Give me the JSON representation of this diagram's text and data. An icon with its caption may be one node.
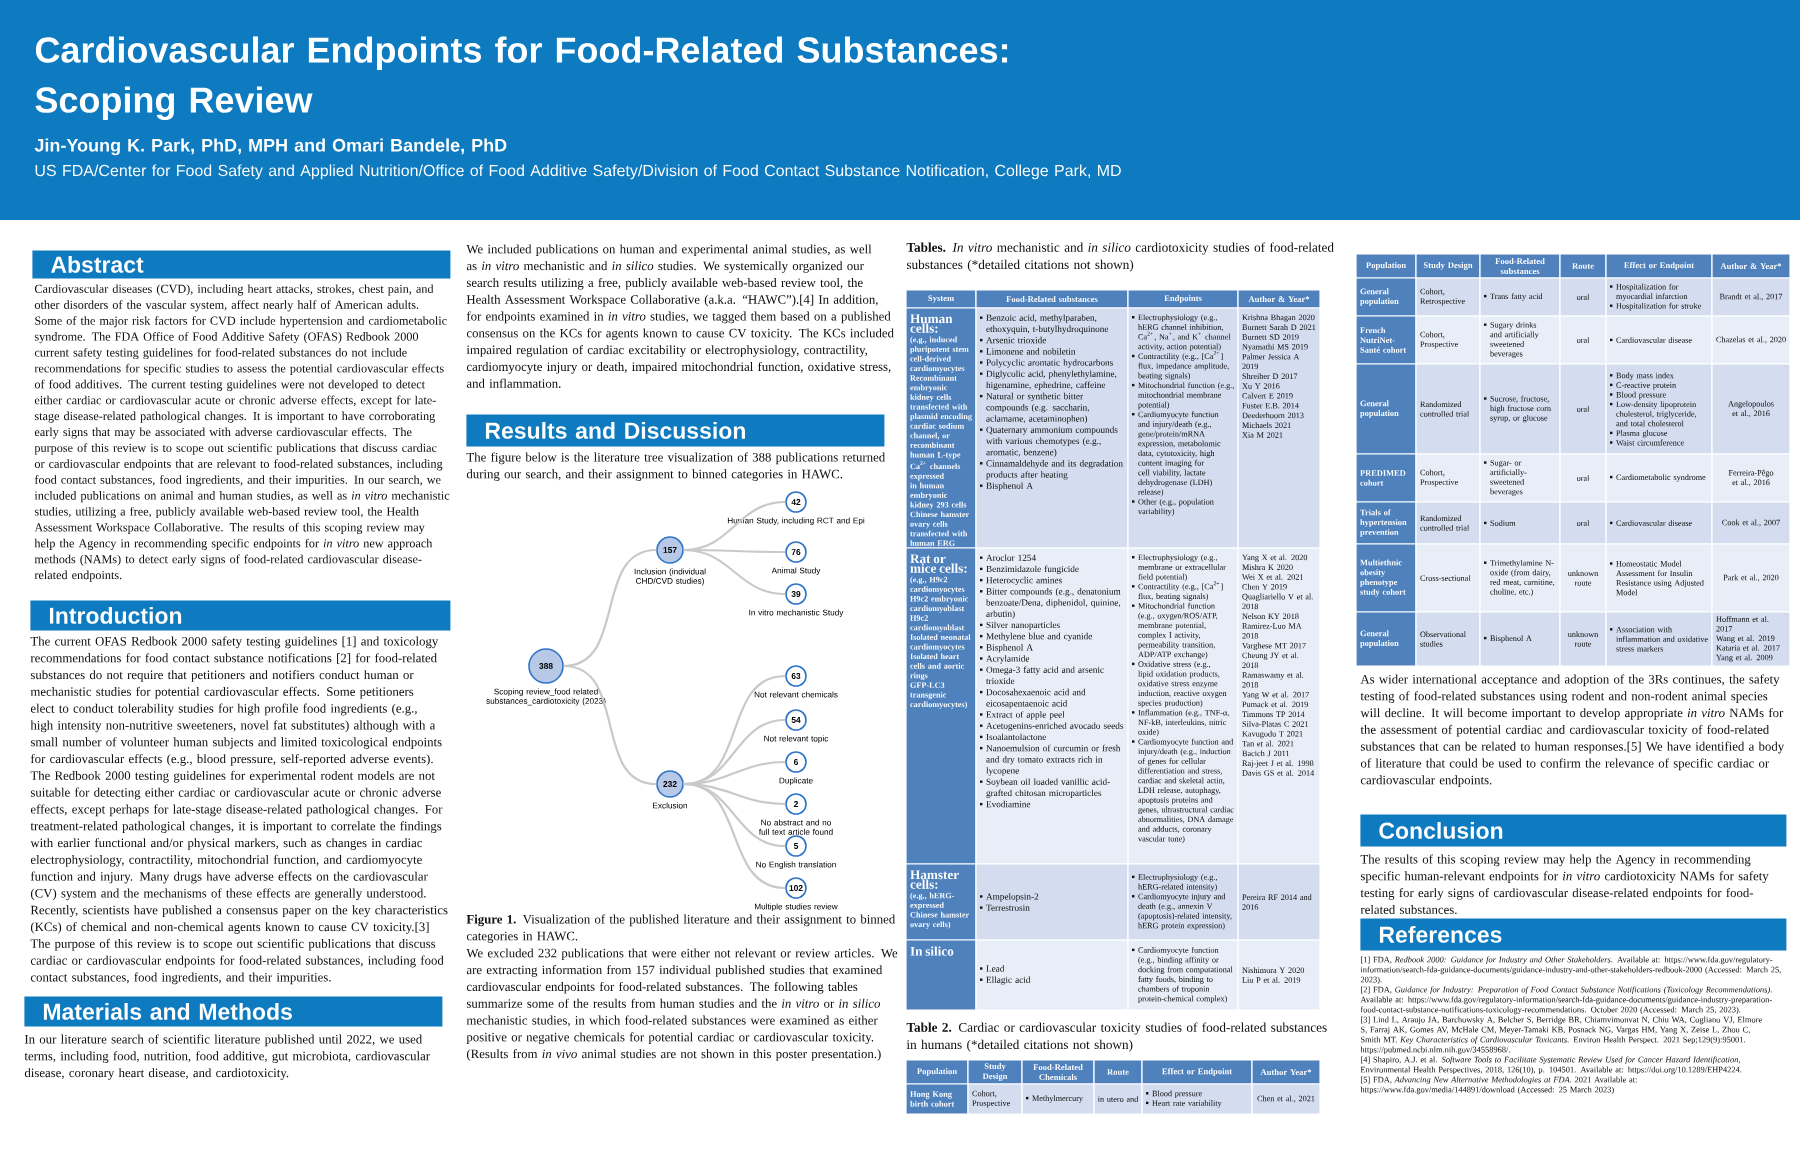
{
  "diagram": {
    "title": "Cardiovascular Endpoints for Food-Related Substances: Scoping Review",
    "nodes": [
      {
        "text": [
          "Abstract"
        ]
      },
      {
        "text": [
          "Introduction"
        ]
      },
      {
        "text": [
          "Materials and Methods"
        ]
      },
      {
        "text": [
          "Results and Discussion"
        ]
      },
      {
        "text": [
          "388"
        ],
        "beside": [
          "Scoping review_food related substances_cardiotoxicity (2023)"
        ]
      },
      {
        "text": [
          "157"
        ],
        "beside": [
          "Inclusion (individual CHD/CVD studies)"
        ]
      },
      {
        "text": [
          "232"
        ],
        "beside": [
          "Exclusion"
        ]
      },
      {
        "text": [
          "42"
        ],
        "beside": [
          "Human Study, including RCT and Epi"
        ]
      },
      {
        "text": [
          "76"
        ],
        "beside": [
          "Animal Study"
        ]
      },
      {
        "text": [
          "39"
        ],
        "beside": [
          "In vitro mechanistic Study"
        ]
      },
      {
        "text": [
          "63"
        ],
        "beside": [
          "Not relevant chemicals"
        ]
      },
      {
        "text": [
          "54"
        ],
        "beside": [
          "Not relevant topic"
        ]
      },
      {
        "text": [
          "6"
        ],
        "beside": [
          "Duplicate"
        ]
      },
      {
        "text": [
          "2"
        ],
        "beside": [
          "No abstract and no full text article found"
        ]
      },
      {
        "text": [
          "5"
        ],
        "beside": [
          "No English translation"
        ]
      },
      {
        "text": [
          "102"
        ],
        "beside": [
          "Multiple studies review"
        ]
      },
      {
        "text": [
          "Conclusion"
        ]
      },
      {
        "text": [
          "References"
        ]
      }
    ],
    "edges": [
      {
        "from": 4,
        "to": 5,
        "arrow": "none"
      },
      {
        "from": 4,
        "to": 6,
        "arrow": "none"
      },
      {
        "from": 5,
        "to": 7,
        "arrow": "none"
      },
      {
        "from": 5,
        "to": 8,
        "arrow": "none"
      },
      {
        "from": 5,
        "to": 9,
        "arrow": "none"
      },
      {
        "from": 6,
        "to": 10,
        "arrow": "none"
      },
      {
        "from": 6,
        "to": 11,
        "arrow": "none"
      },
      {
        "from": 6,
        "to": 12,
        "arrow": "none"
      },
      {
        "from": 6,
        "to": 13,
        "arrow": "none"
      },
      {
        "from": 6,
        "to": 14,
        "arrow": "none"
      },
      {
        "from": 6,
        "to": 15,
        "arrow": "none"
      }
    ],
    "labels": [
      "Jin-Young K. Park, PhD, MPH and Omari Bandele, PhD",
      "US FDA/Center for Food Safety and Applied Nutrition/Office of Food Additive Safety/Division of Food Contact Substance Notification, College Park, MD",
      "Cardiovascular diseases (CVD), including heart attacks, strokes, chest pain, and other disorders of the vascular system, affect nearly half of American adults.  Some of the major risk factors for CVD include hypertension and cardiometabolic syndrome. The FDA Office of Food Additive Safety (OFAS) Redbook 2000 current safety testing guidelines for food-related substances do not include recommendations for specific studies to assess the potential cardiovascular effects of food additives.  The current testing guidelines were not developed to detect either cardiac or cardiovascular acute or chronic adverse effects, except for late-stage disease-related pathological changes.  It is important to have corroborating early signs that may be associated with adverse cardiovascular effects.  The purpose of this review is to scope out scientific publications that discuss cardiac or cardiovascular endpoints that are relevant to food-related substances, including food contact substances, food ingredients, and their impurities.  In our search, we included publications on animal and human studies, as well as *in vitro* mechanistic studies, utilizing a free, publicly available web-based review tool, the Health Assessment Workspace Collaborative.  The results of this scoping review may help the Agency in recommending specific endpoints for *in vitro* new approach methods (NAMs) to detect early signs of food-related cardiovascular disease-related endpoints.",
      "The current OFAS Redbook 2000 safety testing guidelines [1] and toxicology recommendations for food contact substance notifications [2] for food-related substances do not require that petitioners and notifiers conduct human or mechanistic studies for potential cardiovascular effects. Some petitioners elect to conduct tolerability studies for high profile food ingredients (e.g., high intensity non-nutritive sweeteners, novel fat substitutes) although with a small number of volunteer human subjects and limited toxicological endpoints for cardiovascular effects (e.g., blood pressure, self-reported adverse events).  The Redbook 2000 testing guidelines for experimental rodent models are not suitable for detecting either cardiac or cardiovascular acute or chronic adverse effects, except perhaps for late-stage disease-related pathological changes.  For treatment-related pathological changes, it is important to correlate the findings with earlier functional and/or physical markers, such as changes in cardiac electrophysiology, contractility, mitochondrial function, and cardiomyocyte function and injury. Many drugs have adverse effects on the cardiovascular (CV) system and the mechanisms of these effects are generally understood. Recently, scientists have published a consensus paper on the key characteristics (KCs) of chemical and non-chemical agents known to cause CV toxicity.[3]  The purpose of this review is to scope out scientific publications that discuss cardiac or cardiovascular endpoints for food-related substances, including food contact substances, food ingredients, and their impurities.",
      "In our literature search of scientific literature published until 2022, we used terms, including food, nutrition, food additive, gut microbiota, cardiovascular disease, coronary heart disease, and cardiotoxicity.",
      "We included publications on human and experimental animal studies, as well as *in vitro* mechanistic and *in silico* studies.  We systemically organized our search results utilizing a free, publicly available web-based review tool, the Health Assessment Workspace Collaborative (a.k.a. “HAWC”).[4]   In addition, for endpoints examined in *in vitro* studies, we tagged them based on a published consensus on the KCs for agents known to cause CV toxicity.   The KCs included impaired regulation of cardiac excitability or electrophysiology, contractility, cardiomyocyte injury or death, impaired mitochondrial function, oxidative stress, and inflammation.",
      "The figure below is the literature tree visualization of 388 publications returned during our search, and their assignment to binned categories in HAWC.",
      "**Figure 1.** Visualization of the published literature and their assignment to binned categories in HAWC.",
      "We excluded 232 publications that were either not relevant or review articles.  We are extracting information from 157 individual published studies that examined cardiovascular endpoints for food-related substances.  The following tables summarize some of the results from human studies and the *in vitro* or *in silico* mechanistic studies, in which food-related substances were examined as either positive or negative chemicals for potential cardiac or cardiovascular toxicity.  (Results from *in vivo* animal studies are not shown in this poster presentation.)",
      "**Tables.** *In vitro* mechanistic and *in silico* cardiotoxicity studies of food-related substances (*detailed citations not shown)",
      "System",
      "Food-Related substances",
      "Endpoints",
      "Author & Year*",
      "Human cells:",
      "(e.g., induced pluripotent stem cell-derived cardiomyocytes",
      "Recombinant embryonic kidney cells transfected with plasmid encoding cardiac sodium channel, or recombinant human L-type Ca$^{2+}$ channels expressed in human embryonic kidney 293 cells",
      "Chinese hamster ovary cells transfected with human ERG (hERG))",
      "Benzoic acid, methylparaben, ethoxyquin, t-butylhydroquinone",
      "Arsenic trioxide",
      "Limonene and nobiletin",
      "Polycyclic aromatic hydrocarbons",
      "Diglycolic acid, phenylethylamine, higenamine, ephedrine, caffeine",
      "Natural or synthetic bitter compounds (e.g. saccharin, aclamame, acetaminophen)",
      "Quaternary ammonium compounds with various chemotypes (e.g., aromatic, benzene)",
      "Cinnamaldehyde and its degradation products after heating",
      "Bisphenol A",
      "Electrophysiology (e.g., hERG channel inhibition, Ca$^{2+}$, Na$^{+}$, and K$^{+}$ channel activity, action potential)",
      "Contractility (e.g., [Ca$^{2+}$] flux, impedance amplitude, beating signals)",
      "Mitochondrial function (e.g., mitochondrial membrane potential)",
      "Cardiomyocyte function and injury/death (e.g., gene/protein/mRNA expression, metabolomic data, cytotoxicity, high content imaging for cell viability, lactate dehydrogenase (LDH) release)",
      "Other (e.g., population variability)",
      "Krishna Bhagan 2020",
      "Burnett Sarah D 2021",
      "Burnett SD 2019",
      "Nyamathi MS 2019",
      "Palmer Jessica A 2019",
      "Shreiber D 2017",
      "Xu Y 2016",
      "Calvert E 2019",
      "Fuster E.B. 2014",
      "Deederhoorn 2013",
      "Michaels 2021",
      "Xia M 2021",
      "Rat or mice cells:",
      "(e.g., H9c2 cardiomyocytes",
      "H9c2 embryonic cardiomyoblast",
      "H9c2 cardiomyoblast",
      "Isolated neonatal cardiomyocytes",
      "Isolated heart cells and aortic rings",
      "GFP-LC3 transgenic cardiomyocytes)",
      "Aroclor 1254",
      "Benzimidazole fungicide",
      "Heterocyclic amines",
      "Bitter compounds (e.g., denatonium benzoate/Dena, diphenidol, quinine, arbutin)",
      "Silver nanoparticles",
      "Methylene blue and cyanide",
      "Bisphenol A",
      "Acrylamide",
      "Omega-3 fatty acid and arsenic trioxide",
      "Docosahexaenoic acid and eicosapentaenoic acid",
      "Extract of apple peel",
      "Acetogenins-enriched avocado seeds",
      "Isoalantolactone",
      "Nanoemulsion of curcumin or fresh and dry tomato extracts rich in lycopene",
      "Soybean oil loaded vanillic acid-grafted chitosan microparticles",
      "Evodiamine",
      "Electrophysiology (e.g., membrane or extracellular field potential)",
      "Contractility (e.g., [Ca$^{2+}$] flux, beating signals)",
      "Mitochondrial function (e.g., oxygen/ROS/ATP, membrane potential, complex I activity, permeability transition, ADP/ATP exchange)",
      "Oxidative stress (e.g., lipid oxidation products, oxidative stress enzyme induction, reactive oxygen species production)",
      "Inflammation (e.g., TNF-α, NF-kB, interleukins, nitric oxide)",
      "Cardiomyocyte function and injury/death (e.g., induction of genes for cellular differentiation and stress, cardiac and skeletal actin, LDH release, autophagy, apoptosis proteins and genes, ultrastructural cardiac abnormalities, DNA damage and adducts, coronary vascular tone)",
      "Yang X et al. 2020",
      "Mishra K 2020",
      "Wei X et al. 2021",
      "Chen Y 2019",
      "Quagliariello V et al. 2018",
      "Nelson KY 2018",
      "Ramirez-Luo MA 2018",
      "Varghese MT 2017",
      "Cheung JY et al. 2018",
      "Ramaswamy et al. 2018",
      "Yang W et al. 2017",
      "Pumack et al. 2019",
      "Timmons TP 2014",
      "Silva-Platas C 2021",
      "Kavugodu T 2021",
      "Tan et al. 2021",
      "Bacich J 2011",
      "Raj-jeet J et al. 1998",
      "Davis GS et al. 2014",
      "Hamster cells:",
      "(e.g., hERG-expressed Chinese hamster ovary cells)",
      "Ampelopsin-2",
      "Terrestrosin",
      "Electrophysiology (e.g., hERG-related intensity)",
      "Cardiomyocyte injury and death (e.g., annexin V (apoptosis)-related intensity, hERG protein expression)",
      "Pereira RF 2014 and 2016",
      "In silico",
      "Lead",
      "Ellagic acid",
      "Cardiomyocyte function (e.g., binding affinity or docking from computational fatty foods, binding to chambers of troponin protein-chemical complex)",
      "Nishimura Y 2020",
      "Liu P et al. 2019",
      "**Table 2.** Cardiac or cardiovascular toxicity studies of food-related substances in humans (*detailed citations not shown)",
      "Population",
      "Study Design",
      "Food-Related Chemicals",
      "Route",
      "Effect or Endpoint",
      "Author Year*",
      "Hong Kong birth cohort",
      "Cohort, Prospective",
      "Methylmercury",
      "in utero and",
      "Blood pressure",
      "Heart rate variability",
      "Chen et al., 2021",
      "Population",
      "Study Design",
      "Food-Related substances",
      "Route",
      "Effect or Endpoint",
      "Author & Year*",
      "General population",
      "Cohort, Retrospective",
      "Trans fatty acid",
      "oral",
      "Hospitalization for myocardial infarction",
      "Hospitalization for stroke",
      "Brandt et al., 2017",
      "French NutriNet-Santé cohort",
      "Cohort, Prospective",
      "Sugary drinks and artificially sweetened beverages",
      "oral",
      "Cardiovascular disease",
      "Chazelas et al., 2020",
      "General population",
      "Randomized controlled trial",
      "Sucrose, fructose, high fructose corn syrup, or glucose",
      "oral",
      "Body mass index",
      "C-reactive protein",
      "Blood pressure",
      "Low-density lipoprotein cholesterol, triglyceride, and total cholesterol",
      "Plasma glucose",
      "Waist circumference",
      "Angelopoulos et al., 2016",
      "PREDIMED cohort",
      "Cohort, Prospective",
      "Sugar- or artificially-sweetened beverages",
      "oral",
      "Cardiometabolic syndrome",
      "Ferreira-Pêgo et al., 2016",
      "Trials of hypertension prevention",
      "Randomized controlled trial",
      "Sodium",
      "oral",
      "Cardiovascular disease",
      "Cook et al., 2007",
      "Multiethnic obesity phenotype study cohort",
      "Cross-sectional",
      "Trimethylamine N-oxide (from dairy, red meat, carnitine, choline, etc.)",
      "unknown route",
      "Homeostatic Model Assessment for Insulin Resistance using Adjusted Model",
      "Park et al., 2020",
      "General population",
      "Observational studies",
      "Bisphenol A",
      "unknown route",
      "Association with inflammation and oxidative stress markers",
      "Hoffmann et al. 2017",
      "Wang et al. 2019",
      "Kataria et al. 2017",
      "Yang et al. 2009",
      "As wider international acceptance and adoption of the 3Rs continues, the safety testing of food-related substances using rodent and non-rodent animal species will decline.  It will become important to develop appropriate *in vitro* NAMs for the assessment of potential cardiac and cardiovascular toxicity of food-related substances that can be related to human responses.[5]  We have identified a body of literature that could be used to confirm the relevance of specific cardiac or cardiovascular endpoints.",
      "The results of this scoping review may help the Agency in recommending specific human-relevant endpoints for *in vitro* cardiotoxicity NAMs for safety testing for early signs of cardiovascular disease-related endpoints for food-related substances.",
      "[1] FDA, *Redbook 2000: Guidance for Industry and Other Stakeholders*. Available at: https://www.fda.gov/regulatory-information/search-fda-guidance-documents/guidance-industry-and-other-stakeholders-redbook-2000 (Accessed: March 25, 2023).",
      "[2] FDA, *Guidance for Industry: Preparation of Food Contact Substance Notifications (Toxicology Recommendations)*. Available at: https://www.fda.gov/regulatory-information/search-fda-guidance-documents/guidance-industry-preparation-food-contact-substance-notifications-toxicology-recommendations. October 2020 (Accessed: March 25, 2023).",
      "[3] Lind L, Araujo JA, Barchowsky A, Belcher S, Berridge BR, Chiamvimonvat N, Chiu WA, Cogliano VJ, Elmore S, Farraj AK, Gomes AV, McHale CM, Meyer-Tamaki KB, Posnack NG, Vargas HM, Yang X, Zeise L, Zhou C, Smith MT. *Key Characteristics of Cardiovascular Toxicants*. Environ Health Perspect. 2021 Sep;129(9):95001. https://pubmed.ncbi.nlm.nih.gov/34558968/.",
      "[4] Shapiro, A.J. et al. *Software Tools to Facilitate Systematic Review Used for Cancer Hazard Identification*, Environmental Health Perspectives, 2018, 126(10), p. 104501. Available at: https://doi.org/10.1289/EHP4224.",
      "[5] FDA, *Advancing New Alternative Methodologies at FDA*. 2021 Available at: https://www.fda.gov/media/144891/download (Accessed: 25 March 2023)"
    ]
  }
}
